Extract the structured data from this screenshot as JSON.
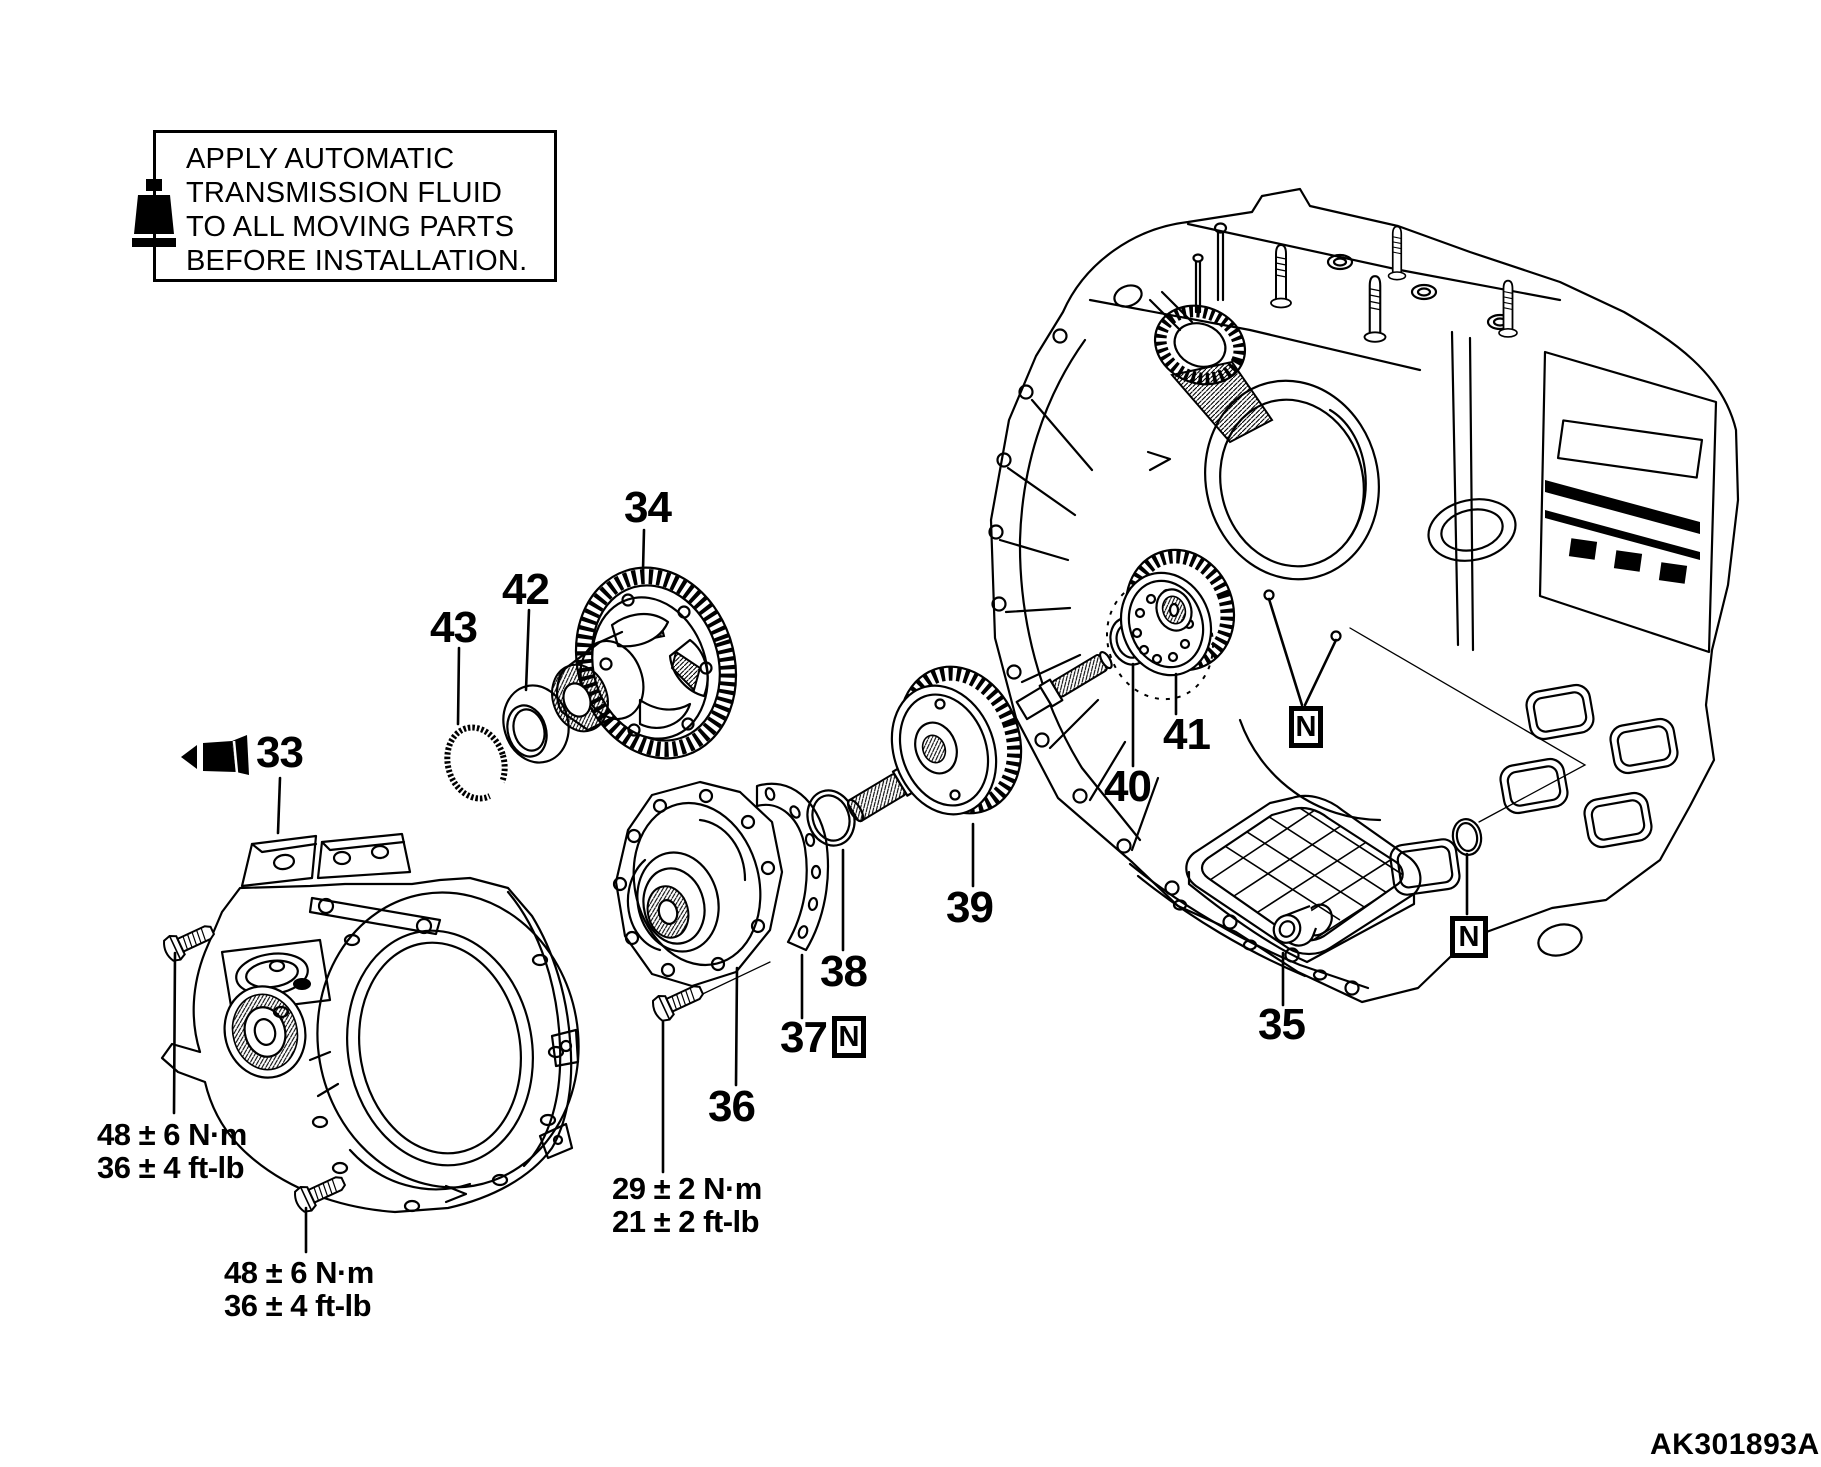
{
  "note": {
    "line1": "APPLY AUTOMATIC",
    "line2": "TRANSMISSION FLUID",
    "line3": "TO ALL MOVING PARTS",
    "line4": "BEFORE INSTALLATION."
  },
  "markers": {
    "new_part": "N"
  },
  "callouts": {
    "c33": "33",
    "c34": "34",
    "c35": "35",
    "c36": "36",
    "c37": "37",
    "c38": "38",
    "c39": "39",
    "c40": "40",
    "c41": "41",
    "c42": "42",
    "c43": "43"
  },
  "torque": {
    "spec1_metric": "48 ± 6 N·m",
    "spec1_imperial": "36 ± 4 ft-lb",
    "spec2_metric": "48 ± 6 N·m",
    "spec2_imperial": "36 ± 4 ft-lb",
    "spec3_metric": "29 ± 2 N·m",
    "spec3_imperial": "21 ± 2 ft-lb"
  },
  "figure": {
    "code": "AK301893A"
  },
  "colors": {
    "line": "#000000",
    "background": "#ffffff"
  }
}
